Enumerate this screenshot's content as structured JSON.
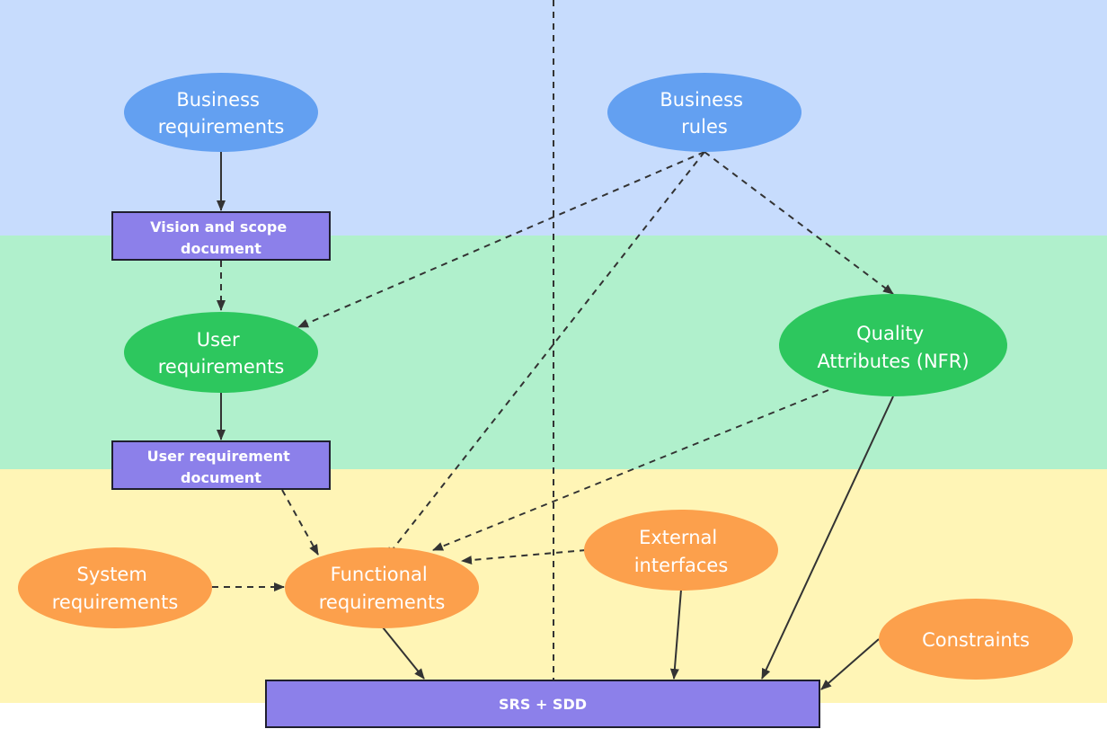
{
  "colors": {
    "band_top": "#c7dcfd",
    "band_middle": "#b0f0cc",
    "band_bottom": "#fff5b6",
    "blue_node": "#63a0f1",
    "green_node": "#2dc75e",
    "orange_node": "#fca04c",
    "doc_box": "#8c80ea",
    "doc_border": "#1f1f2e",
    "arrow": "#333333",
    "node_text": "#ffffff"
  },
  "nodes": {
    "business_requirements": {
      "lines": [
        "Business",
        "requirements"
      ]
    },
    "business_rules": {
      "lines": [
        "Business",
        "rules"
      ]
    },
    "vision_scope_document": {
      "lines": [
        "Vision and scope",
        "document"
      ]
    },
    "user_requirements": {
      "lines": [
        "User",
        "requirements"
      ]
    },
    "quality_attributes": {
      "lines": [
        "Quality",
        "Attributes (NFR)"
      ]
    },
    "user_requirement_document": {
      "lines": [
        "User requirement",
        "document"
      ]
    },
    "system_requirements": {
      "lines": [
        "System",
        "requirements"
      ]
    },
    "functional_requirements": {
      "lines": [
        "Functional",
        "requirements"
      ]
    },
    "external_interfaces": {
      "lines": [
        "External",
        "interfaces"
      ]
    },
    "constraints": {
      "lines": [
        "Constraints"
      ]
    },
    "srs_sdd": {
      "lines": [
        "SRS + SDD"
      ]
    }
  }
}
